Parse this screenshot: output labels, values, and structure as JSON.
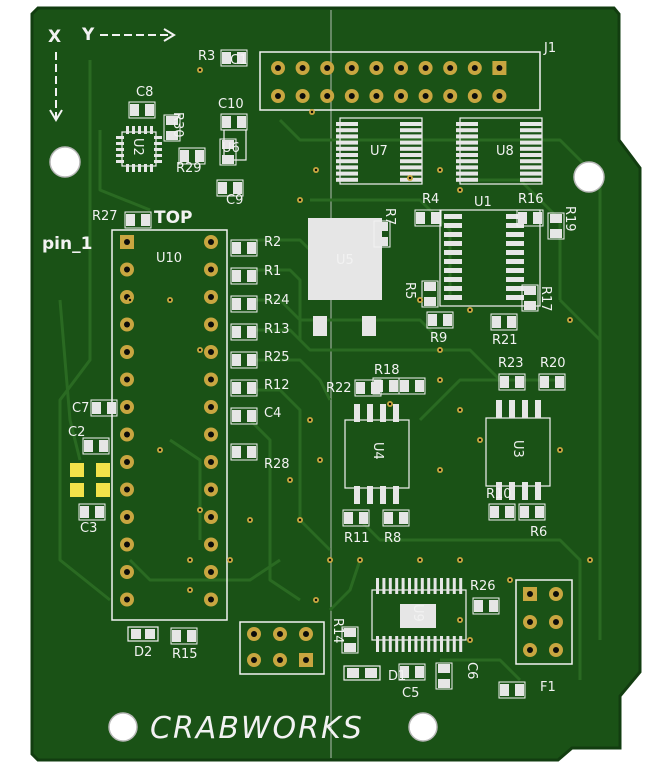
{
  "board": {
    "brand": "CRABWORKS",
    "side_label": "TOP",
    "pin_label": "pin_1",
    "axis_x": "X",
    "axis_y": "Y",
    "colors": {
      "soldermask": "#1a5216",
      "soldermask_edge": "#123d10",
      "trace": "#2a6a22",
      "copper_pad": "#c8a640",
      "smd_pad": "#e6e6e6",
      "silkscreen": "#f2f2f2",
      "highlight_pad": "#f3e24a"
    }
  },
  "refs": [
    "R3",
    "C1",
    "J1",
    "C8",
    "R30",
    "C10",
    "U2",
    "U6",
    "R29",
    "C9",
    "U7",
    "U8",
    "R27",
    "R4",
    "U1",
    "R16",
    "R19",
    "R7",
    "U10",
    "R2",
    "U5",
    "R1",
    "R5",
    "R17",
    "R24",
    "R9",
    "R21",
    "R13",
    "R25",
    "R23",
    "R20",
    "R18",
    "R22",
    "R12",
    "C4",
    "C7",
    "C2",
    "U4",
    "U3",
    "R28",
    "R10",
    "R11",
    "R8",
    "R6",
    "C3",
    "R26",
    "U9",
    "R14",
    "D2",
    "R15",
    "C5",
    "C6",
    "D1",
    "F1"
  ]
}
